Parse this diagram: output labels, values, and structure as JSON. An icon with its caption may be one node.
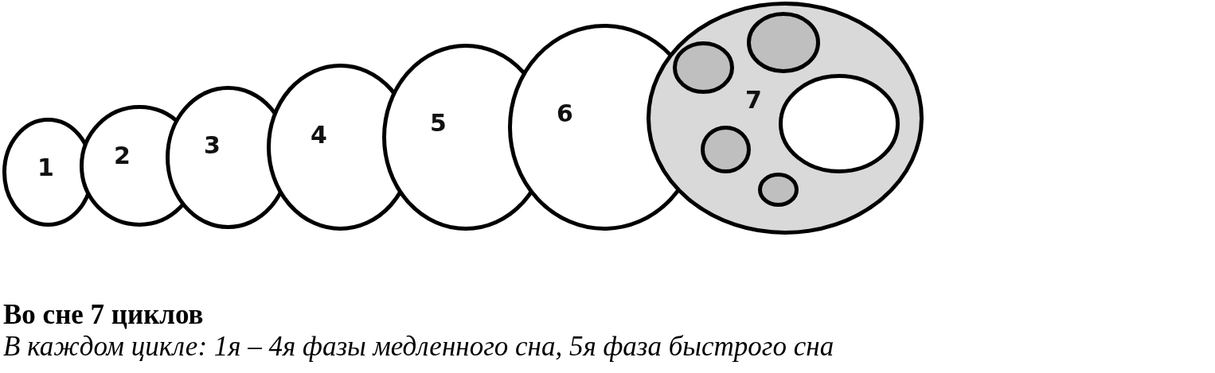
{
  "diagram": {
    "nodes": [
      {
        "text": [
          "1"
        ]
      },
      {
        "text": [
          "2"
        ]
      },
      {
        "text": [
          "3"
        ]
      },
      {
        "text": [
          "4"
        ]
      },
      {
        "text": [
          "5"
        ]
      },
      {
        "text": [
          "6"
        ]
      },
      {
        "text": [
          "7"
        ]
      },
      {
        "text": [],
        "shape": "circle",
        "in": 6
      },
      {
        "text": [],
        "shape": "circle",
        "in": 6
      },
      {
        "text": [],
        "shape": "circle",
        "in": 6
      },
      {
        "text": [],
        "shape": "circle",
        "in": 6
      },
      {
        "text": [],
        "shape": "circle",
        "in": 6
      }
    ],
    "labels": [
      "Во сне 7 циклов",
      "В каждом цикле:  1я – 4я фазы медленного сна, 5я фаза быстрого сна"
    ]
  }
}
